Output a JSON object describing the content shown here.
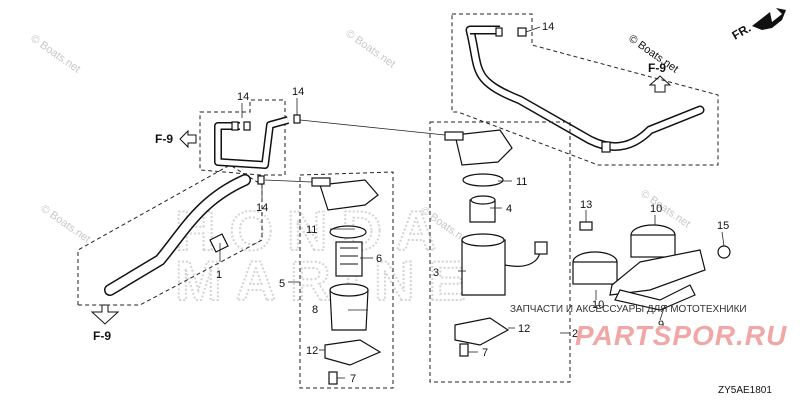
{
  "diagram": {
    "watermarks": [
      "© Boats.net",
      "© Boats.net",
      "© Boats.net",
      "© Boats.net",
      "© Boats.net"
    ],
    "brand_watermark": [
      "HONDA",
      "MARINE"
    ],
    "fr_label": "FR.",
    "f9_labels": [
      "F-9",
      "F-9",
      "F-9"
    ],
    "callouts": [
      "1",
      "3",
      "4",
      "5",
      "6",
      "7",
      "7",
      "8",
      "9",
      "10",
      "10",
      "11",
      "11",
      "12",
      "12",
      "13",
      "14",
      "14",
      "14",
      "14",
      "15",
      "2"
    ],
    "shop_text": "ЗАПЧАСТИ И АКСЕССУАРЫ ДЛЯ МОТОТЕХНИКИ",
    "shop_logo": "PARTSPOR.RU",
    "diagram_code": "ZY5AE1801"
  }
}
